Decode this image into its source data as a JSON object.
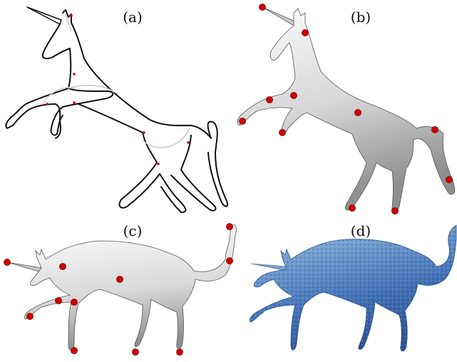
{
  "figure": {
    "panels": [
      {
        "id": "a",
        "label": "(a)",
        "style": "sketch outline"
      },
      {
        "id": "b",
        "label": "(b)",
        "style": "shaded 3D model with red control points"
      },
      {
        "id": "c",
        "label": "(c)",
        "style": "shaded 3D model posed with red control points"
      },
      {
        "id": "d",
        "label": "(d)",
        "style": "textured 3D model (blue/yellow stipple)"
      }
    ],
    "colors": {
      "stroke": "#111111",
      "construction": "#c8c8c8",
      "control_point": "#d40000",
      "shade_light": "#fafafa",
      "shade_dark": "#9a9a9a",
      "texture_blue": "#4f7fc2",
      "texture_yellow": "#d9d44a"
    }
  }
}
